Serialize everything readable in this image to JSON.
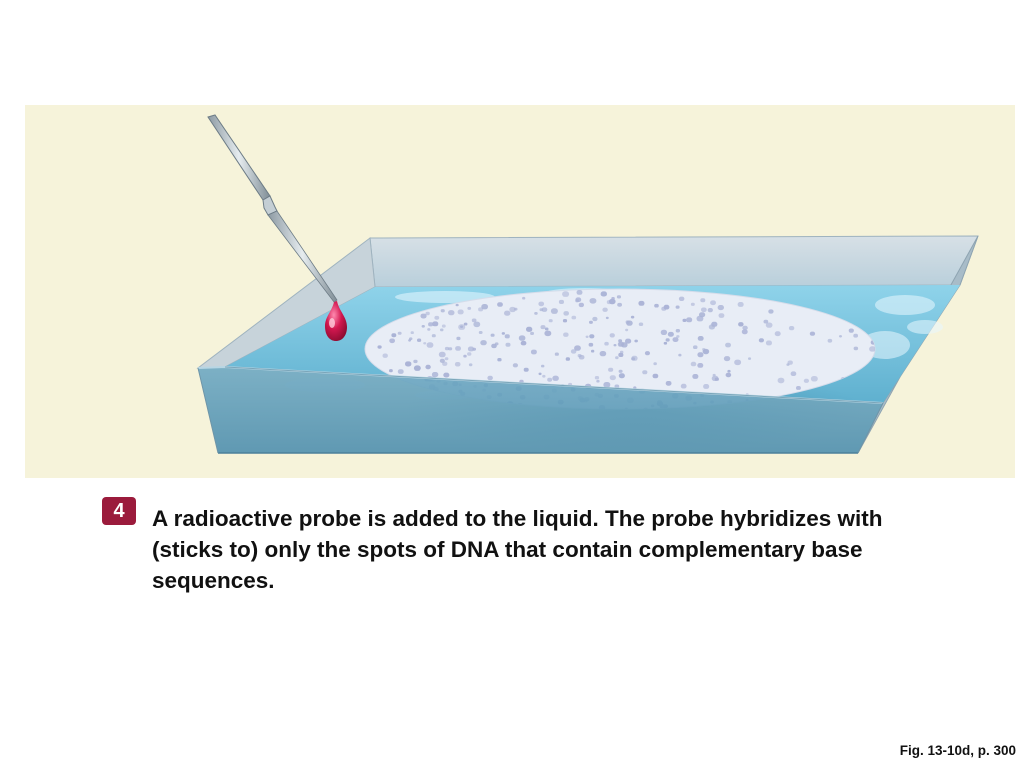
{
  "step": {
    "number": "4",
    "caption": "A radioactive probe is added to the liquid. The probe hybridizes with (sticks to) only the spots of DNA that contain complementary base sequences."
  },
  "figure_reference": "Fig. 13-10d, p. 300",
  "illustration": {
    "elements": [
      "pipette",
      "probe-droplet",
      "tray",
      "liquid",
      "membrane-with-dna-spots"
    ],
    "colors": {
      "background": "#f6f3da",
      "liquid": "#7fc3da",
      "membrane": "#e8edf6",
      "dna_spots": "#aab3d6",
      "probe": "#d2174f",
      "step_badge": "#9b1b3c"
    }
  }
}
